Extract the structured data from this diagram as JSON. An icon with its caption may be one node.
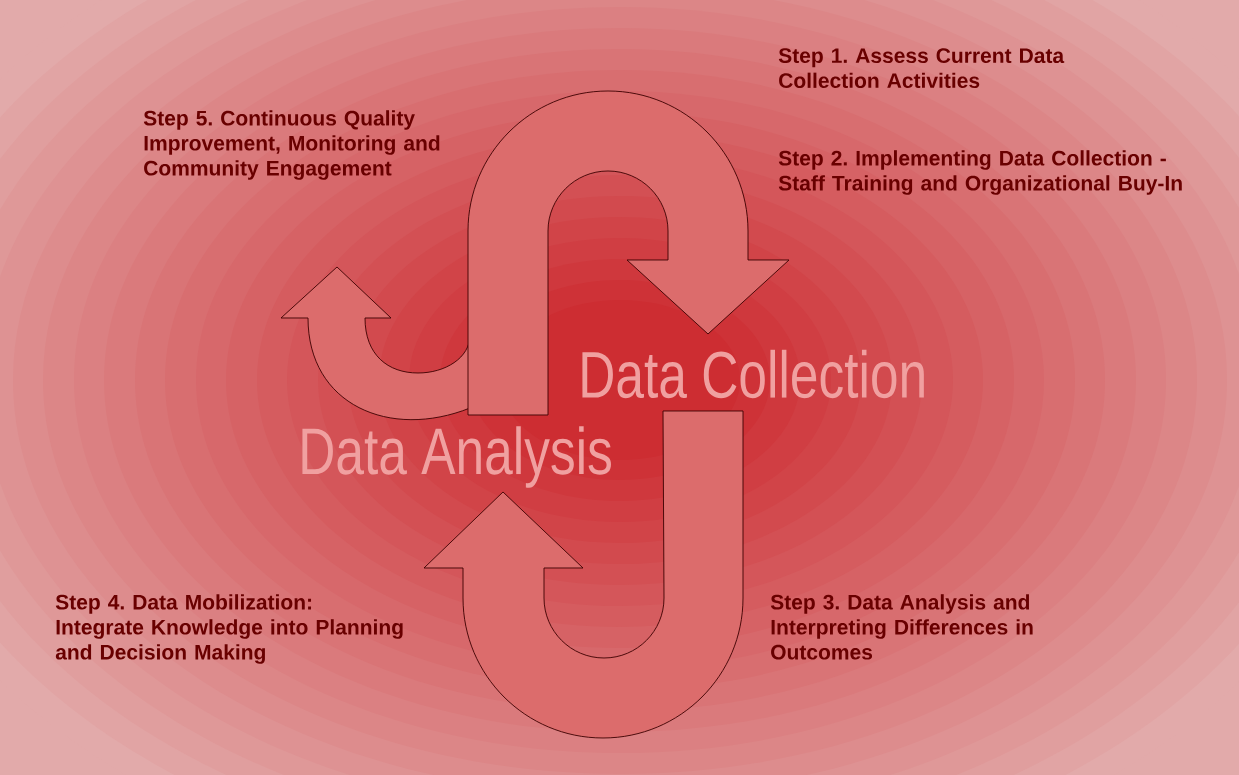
{
  "diagram": {
    "labels": [
      "Step 1. Assess Current Data Collection Activities",
      "Step 5. Continuous Quality Improvement, Monitoring and Community Engagement",
      "Step 2. Implementing Data Collection - Staff Training and Organizational Buy-In",
      "Data Collection",
      "Data Analysis",
      "Step 4. Data Mobilization: Integrate Knowledge into Planning and Decision Making",
      "Step 3. Data Analysis and Interpreting Differences in Outcomes"
    ]
  }
}
